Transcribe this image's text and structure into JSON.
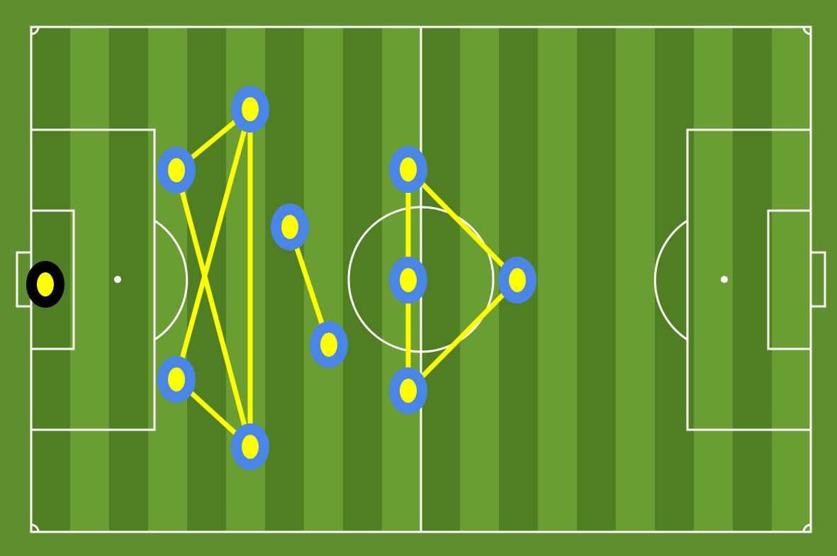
{
  "colors": {
    "grass_light": "#6a9e32",
    "grass_dark": "#4f7f22",
    "grass_outer": "#5f8f2e",
    "pitch_lines": "#ffffff",
    "outfield_player_fill": "#4a86e8",
    "player_center": "#ffff00",
    "goalkeeper_ring": "#000000",
    "connection_line": "#ffff00"
  },
  "formation": {
    "team_players": [
      {
        "id": "gk",
        "role": "goalkeeper",
        "icon": "goalkeeper-icon"
      },
      {
        "id": "lb",
        "role": "defender",
        "icon": "player-icon"
      },
      {
        "id": "rb",
        "role": "defender",
        "icon": "player-icon"
      },
      {
        "id": "lcb",
        "role": "defender",
        "icon": "player-icon"
      },
      {
        "id": "rcb",
        "role": "defender",
        "icon": "player-icon"
      },
      {
        "id": "cm_top",
        "role": "midfielder",
        "icon": "player-icon"
      },
      {
        "id": "cm_bottom",
        "role": "midfielder",
        "icon": "player-icon"
      },
      {
        "id": "lw",
        "role": "forward",
        "icon": "player-icon"
      },
      {
        "id": "st",
        "role": "forward",
        "icon": "player-icon"
      },
      {
        "id": "rw",
        "role": "forward",
        "icon": "player-icon"
      },
      {
        "id": "att",
        "role": "forward",
        "icon": "player-icon"
      }
    ],
    "connections": [
      [
        "lb",
        "rcb"
      ],
      [
        "lcb",
        "lb"
      ],
      [
        "lcb",
        "rcb"
      ],
      [
        "lcb",
        "rb"
      ],
      [
        "rb",
        "rcb"
      ],
      [
        "cm_top",
        "cm_bottom"
      ],
      [
        "lw",
        "rw"
      ],
      [
        "lw",
        "att"
      ],
      [
        "att",
        "rw"
      ]
    ]
  }
}
